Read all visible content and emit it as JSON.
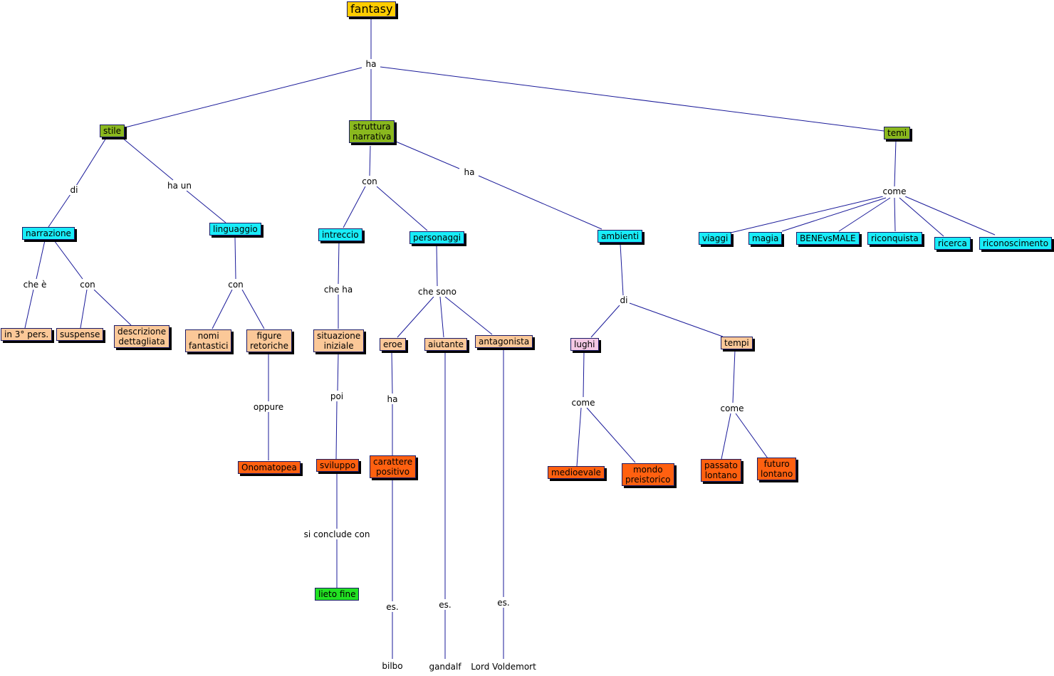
{
  "colors": {
    "root": "#ffcc00",
    "level1": "#8ab81e",
    "level2": "#19ecf8",
    "level3": "#fbc898",
    "level4": "#ff6010",
    "final": "#22e222",
    "line": "#1a1a99"
  },
  "nodes": {
    "fantasy": "fantasy",
    "stile": "stile",
    "struttura": [
      "struttura",
      "narrativa"
    ],
    "temi": "temi",
    "narrazione": "narrazione",
    "linguaggio": "linguaggio",
    "intreccio": "intreccio",
    "personaggi": "personaggi",
    "ambienti": "ambienti",
    "viaggi": "viaggi",
    "magia": "magia",
    "benevsmale": "BENEvsMALE",
    "riconquista": "riconquista",
    "ricerca": "ricerca",
    "riconoscimento": "riconoscimento",
    "in3pers": "in 3° pers.",
    "suspense": "suspense",
    "descrizione": [
      "descrizione",
      "dettagliata"
    ],
    "nomi": [
      "nomi",
      "fantastici"
    ],
    "figure": [
      "figure",
      "retoriche"
    ],
    "situazione": [
      "situazione",
      "iniziale"
    ],
    "eroe": "eroe",
    "aiutante": "aiutante",
    "antagonista": "antagonista",
    "lughi": "lughi",
    "tempi": "tempi",
    "onomatopea": "Onomatopea",
    "sviluppo": "sviluppo",
    "carattere": [
      "carattere",
      "positivo"
    ],
    "medioevale": "medioevale",
    "mondo": [
      "mondo",
      "preistorico"
    ],
    "passato": [
      "passato",
      "lontano"
    ],
    "futuro": [
      "futuro",
      "lontano"
    ],
    "lieto": "lieto fine",
    "bilbo": "bilbo",
    "gandalf": "gandalf",
    "voldemort": "Lord Voldemort"
  },
  "links": {
    "ha_top": "ha",
    "di_stile": "di",
    "haun": "ha un",
    "con_struttura": "con",
    "ha_struttura": "ha",
    "come_temi": "come",
    "cheè": "che è",
    "con_narrazione": "con",
    "con_linguaggio": "con",
    "cheha": "che ha",
    "chesono": "che sono",
    "di_ambienti": "di",
    "oppure": "oppure",
    "poi": "poi",
    "ha_eroe": "ha",
    "come_lughi": "come",
    "come_tempi": "come",
    "siconclude": "si conclude con",
    "es_bilbo": "es.",
    "es_gandalf": "es.",
    "es_voldemort": "es."
  }
}
